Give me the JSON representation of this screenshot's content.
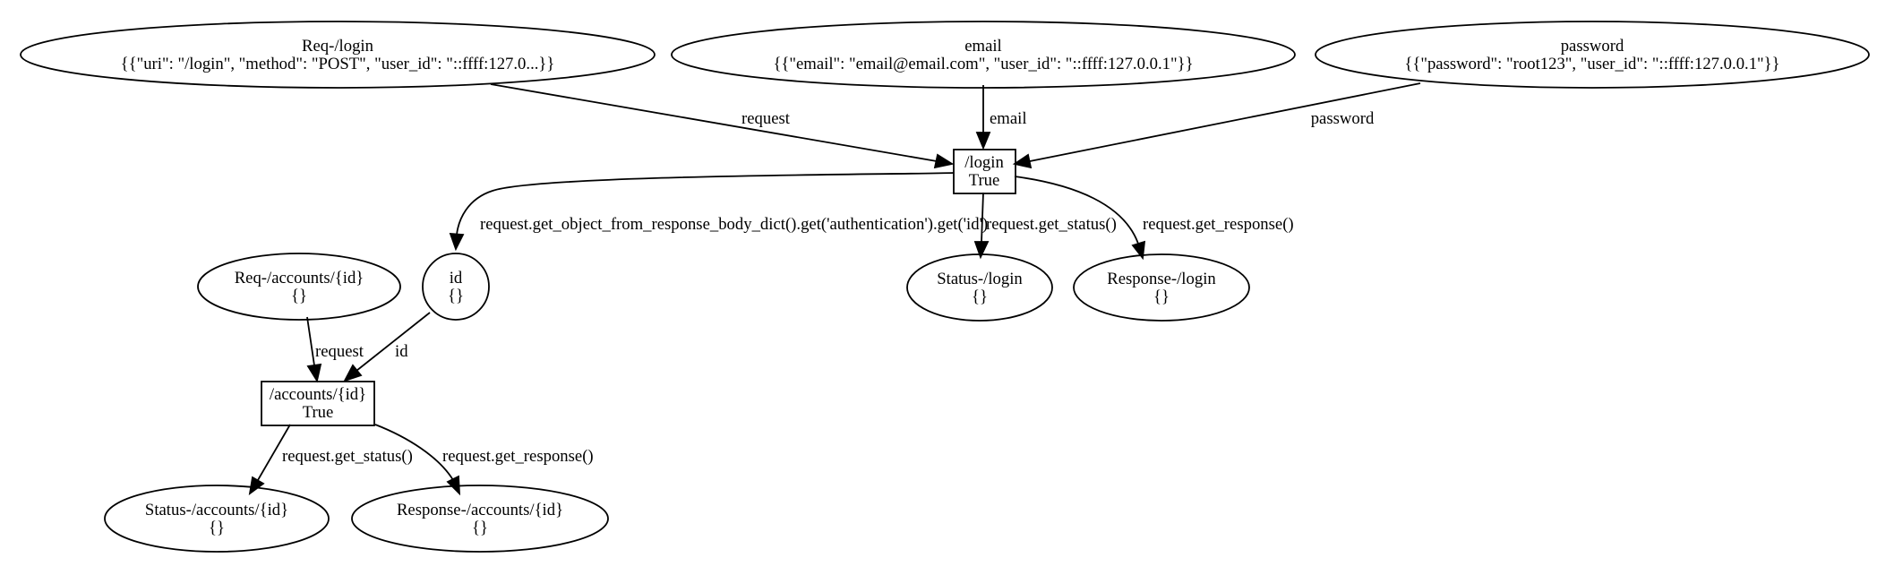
{
  "nodes": {
    "req_login": {
      "line1": "Req-/login",
      "line2": "{{\"uri\": \"/login\", \"method\": \"POST\", \"user_id\": \"::ffff:127.0...}}"
    },
    "email": {
      "line1": "email",
      "line2": "{{\"email\": \"email@email.com\", \"user_id\": \"::ffff:127.0.0.1\"}}"
    },
    "password": {
      "line1": "password",
      "line2": "{{\"password\": \"root123\", \"user_id\": \"::ffff:127.0.0.1\"}}"
    },
    "login": {
      "line1": "/login",
      "line2": "True"
    },
    "id": {
      "line1": "id",
      "line2": "{}"
    },
    "status_login": {
      "line1": "Status-/login",
      "line2": "{}"
    },
    "response_login": {
      "line1": "Response-/login",
      "line2": "{}"
    },
    "req_accounts": {
      "line1": "Req-/accounts/{id}",
      "line2": "{}"
    },
    "accounts": {
      "line1": "/accounts/{id}",
      "line2": "True"
    },
    "status_accounts": {
      "line1": "Status-/accounts/{id}",
      "line2": "{}"
    },
    "response_accounts": {
      "line1": "Response-/accounts/{id}",
      "line2": "{}"
    }
  },
  "edges": {
    "req_login_to_login": "request",
    "email_to_login": "email",
    "password_to_login": "password",
    "login_to_id": "request.get_object_from_response_body_dict().get('authentication').get('id')",
    "login_to_status": "request.get_status()",
    "login_to_response": "request.get_response()",
    "req_accounts_to_accounts": "request",
    "id_to_accounts": "id",
    "accounts_to_status": "request.get_status()",
    "accounts_to_response": "request.get_response()"
  }
}
